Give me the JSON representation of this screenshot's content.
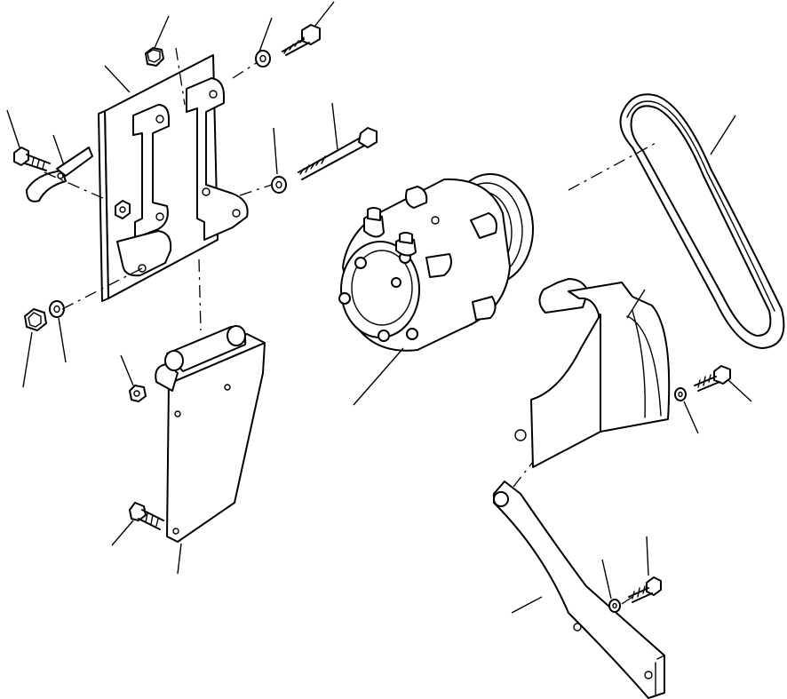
{
  "diagram": {
    "description_visible_text": [],
    "colors": {
      "ink": "#000000",
      "paper": "#ffffff"
    },
    "parts": [
      {
        "id": "mounting-plate",
        "icon": "bracket-plate-icon"
      },
      {
        "id": "lower-bracket",
        "icon": "bracket-icon"
      },
      {
        "id": "compressor",
        "icon": "ac-compressor-icon"
      },
      {
        "id": "drive-belt",
        "icon": "v-belt-icon"
      },
      {
        "id": "belt-guard-bracket",
        "icon": "bracket-icon"
      },
      {
        "id": "support-arm",
        "icon": "strap-bracket-icon"
      },
      {
        "id": "hose-clip",
        "icon": "clip-icon"
      },
      {
        "id": "bolts",
        "icon": "bolt-icon"
      },
      {
        "id": "nuts",
        "icon": "nut-icon"
      },
      {
        "id": "washers",
        "icon": "washer-icon"
      }
    ]
  }
}
